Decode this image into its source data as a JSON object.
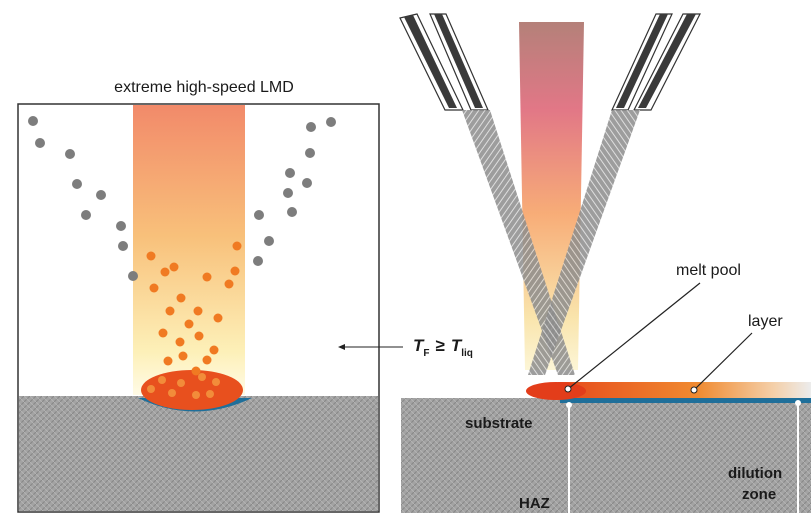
{
  "left_panel": {
    "title": "extreme high-speed LMD",
    "formula": {
      "t": "T",
      "sub_f": "F",
      "relation": "≥",
      "sub_liq": "liq"
    }
  },
  "right_panel": {
    "labels": {
      "melt_pool": "melt pool",
      "layer": "layer",
      "substrate": "substrate",
      "haz": "HAZ",
      "dilution_line1": "dilution",
      "dilution_line2": "zone"
    }
  },
  "colors": {
    "substrate": "#9a9a9a",
    "melt_pool": "#e8501e",
    "particle": "#f07a22",
    "powder": "#7d7d7d",
    "dilution": "#1f6f9a",
    "nozzle": "#3a3a3a"
  }
}
